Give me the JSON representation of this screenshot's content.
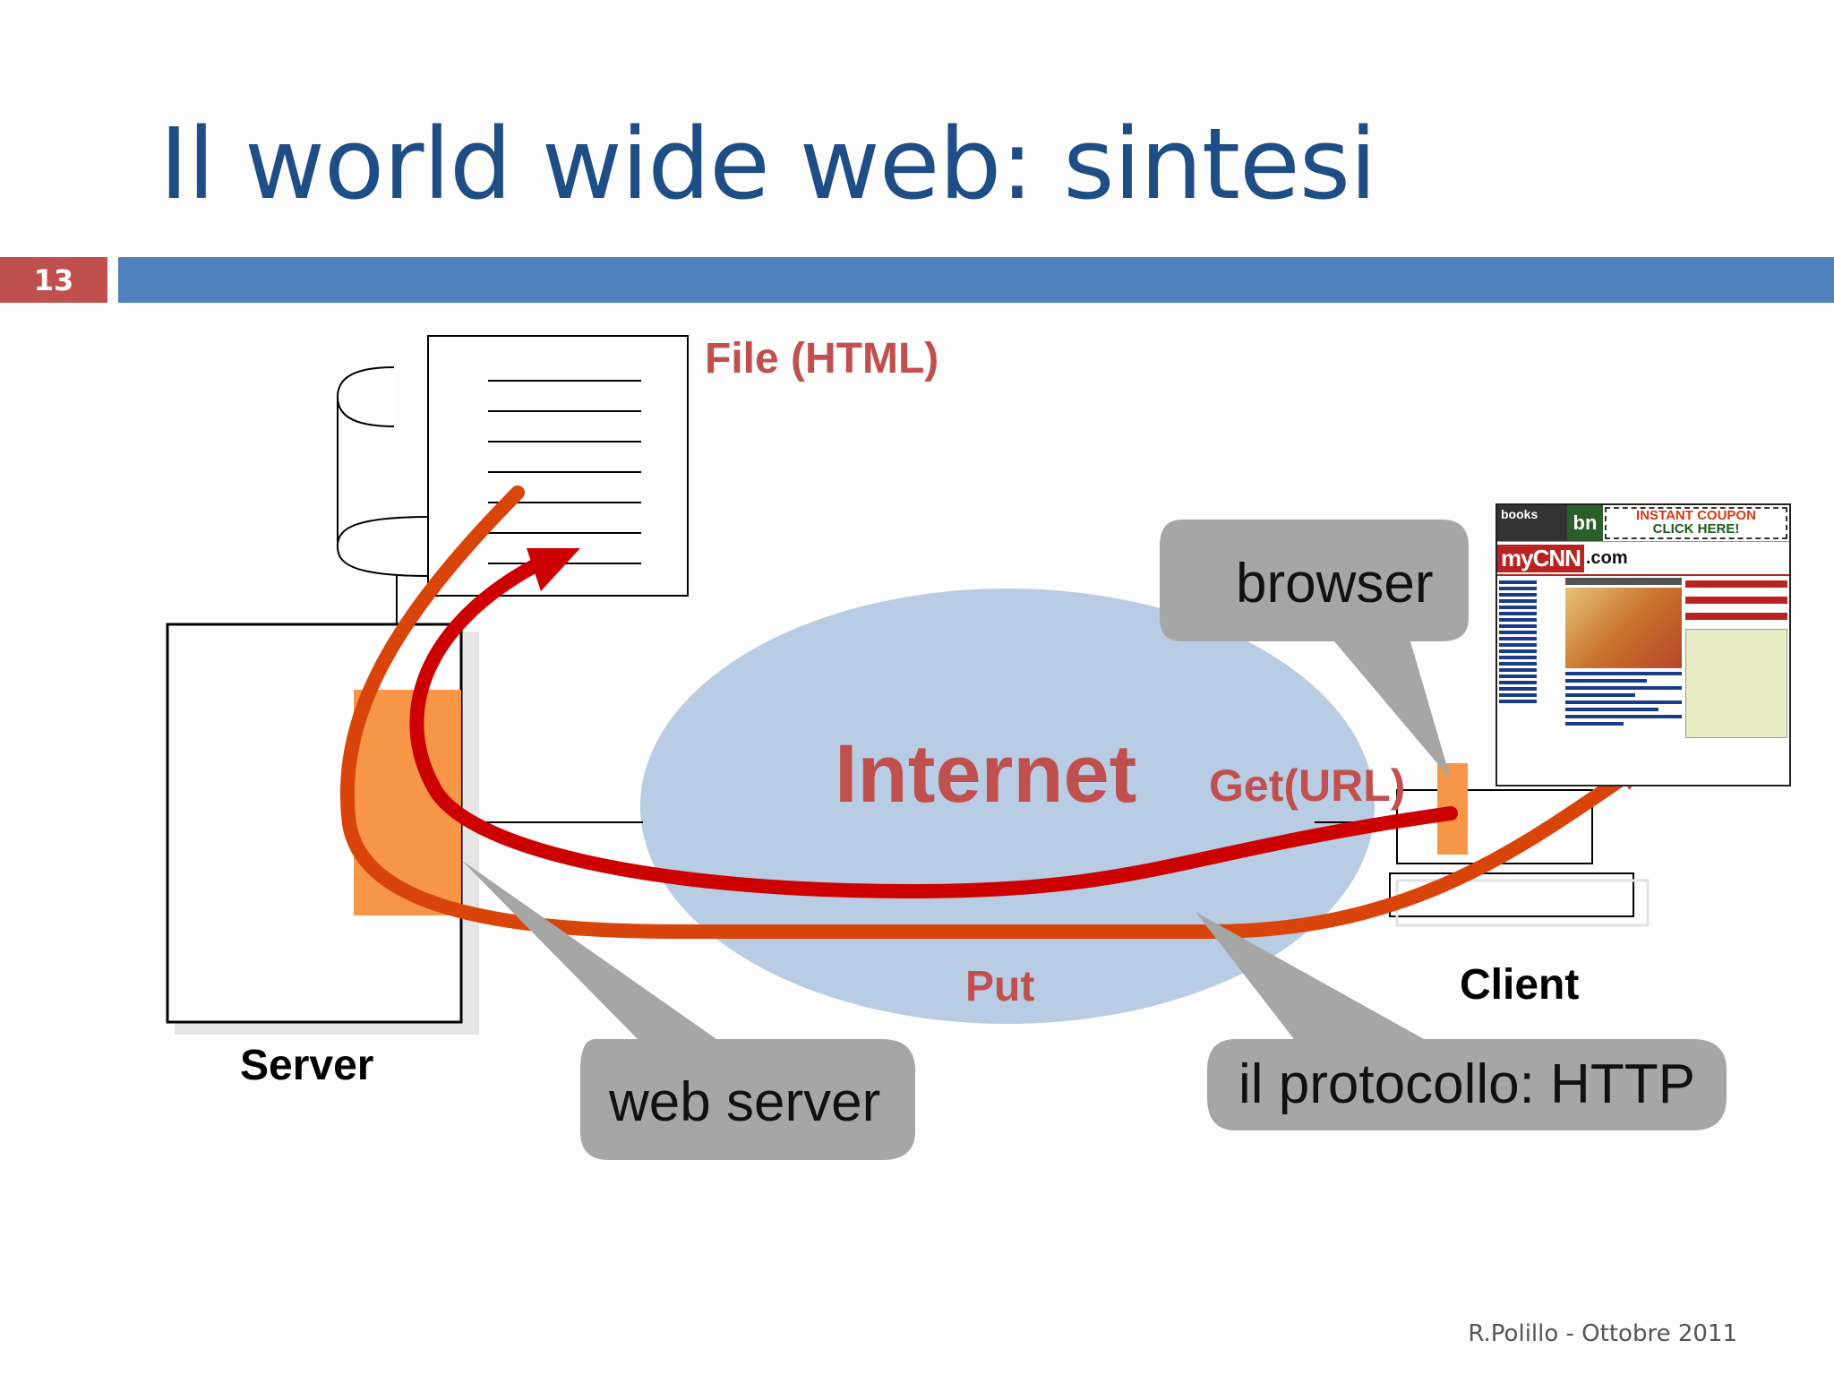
{
  "slide": {
    "title": "Il world wide web: sintesi",
    "number": "13",
    "footer": "R.Polillo - Ottobre 2011"
  },
  "diagram": {
    "file_label": "File (HTML)",
    "internet_label": "Internet",
    "get_label": "Get(URL)",
    "put_label": "Put",
    "server_label": "Server",
    "client_label": "Client",
    "callouts": {
      "browser": "browser",
      "web_server": "web server",
      "protocol": "il protocollo: HTTP"
    }
  },
  "browser_screenshot": {
    "ad_books": "books",
    "ad_bn": "bn",
    "ad_coupon_line1": "INSTANT COUPON",
    "ad_coupon_line2": "CLICK HERE!",
    "logo_my": "my",
    "logo_cnn": "CNN",
    "logo_dotcom": ".com"
  },
  "colors": {
    "title": "#1f4e86",
    "accent_red": "#c0504d",
    "title_bar": "#4f81bd",
    "internet_fill": "#b8cce4",
    "arrow_get": "#cc0000",
    "arrow_put": "#d9440a",
    "orange_box": "#f79646",
    "callout_gray": "#a6a6a6"
  }
}
